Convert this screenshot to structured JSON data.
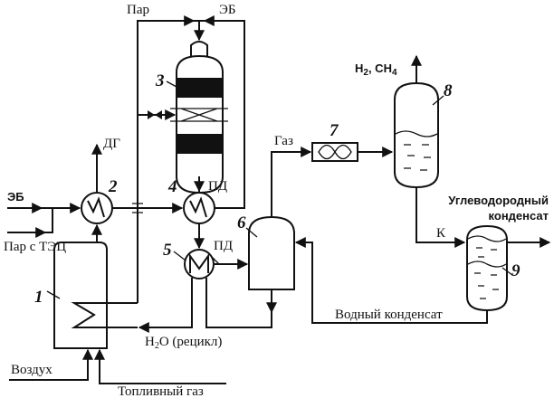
{
  "labels": {
    "steam_top": "Пар",
    "eb_top": "ЭБ",
    "dg": "ДГ",
    "eb_in": "ЭБ",
    "steam_chp": "Пар с ТЭЦ",
    "pd_1": "ПД",
    "pd_2": "ПД",
    "gas": "Газ",
    "h2ch4": {
      "a": "H",
      "b": "2",
      "c": ", CH",
      "d": "4"
    },
    "hc_condensate_1": "Углеводородный",
    "hc_condensate_2": "конденсат",
    "k": "К",
    "water_condensate": "Водный конденсат",
    "h2o_recycle": {
      "a": "H",
      "b": "2",
      "c": "O (рецикл)"
    },
    "air": "Воздух",
    "fuel_gas": "Топливный газ"
  },
  "equipment_numbers": [
    "1",
    "2",
    "3",
    "4",
    "5",
    "6",
    "7",
    "8",
    "9"
  ],
  "colors": {
    "line": "#111111",
    "background": "#ffffff"
  }
}
